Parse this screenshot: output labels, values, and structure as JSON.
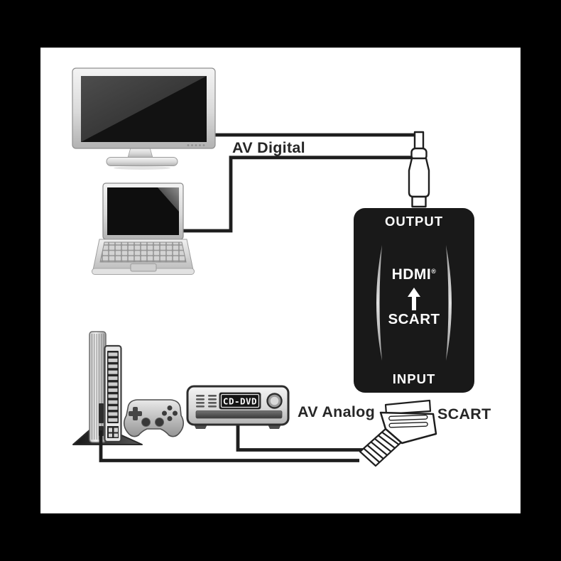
{
  "image_type": "product-connection-diagram",
  "colors": {
    "frame_bg": "#000000",
    "canvas_bg": "#ffffff",
    "cable": "#1e1e1e",
    "converter_body": "#191919",
    "converter_text": "#ffffff",
    "label_text": "#262626"
  },
  "labels": {
    "av_digital": "AV Digital",
    "av_analog": "AV Analog",
    "scart_cable": "SCART"
  },
  "converter": {
    "output": "OUTPUT",
    "hdmi": "HDMI",
    "hdmi_trademark": "®",
    "scart": "SCART",
    "input": "INPUT"
  },
  "dvd_player": {
    "display_text": "CD-DVD"
  },
  "icons": {
    "tv": "tv-monitor",
    "laptop": "laptop",
    "console": "game-console",
    "controller": "game-controller",
    "dvd": "dvd-player",
    "hdmi_plug": "hdmi-connector",
    "scart_plug": "scart-connector",
    "arrow": "up-arrow"
  }
}
